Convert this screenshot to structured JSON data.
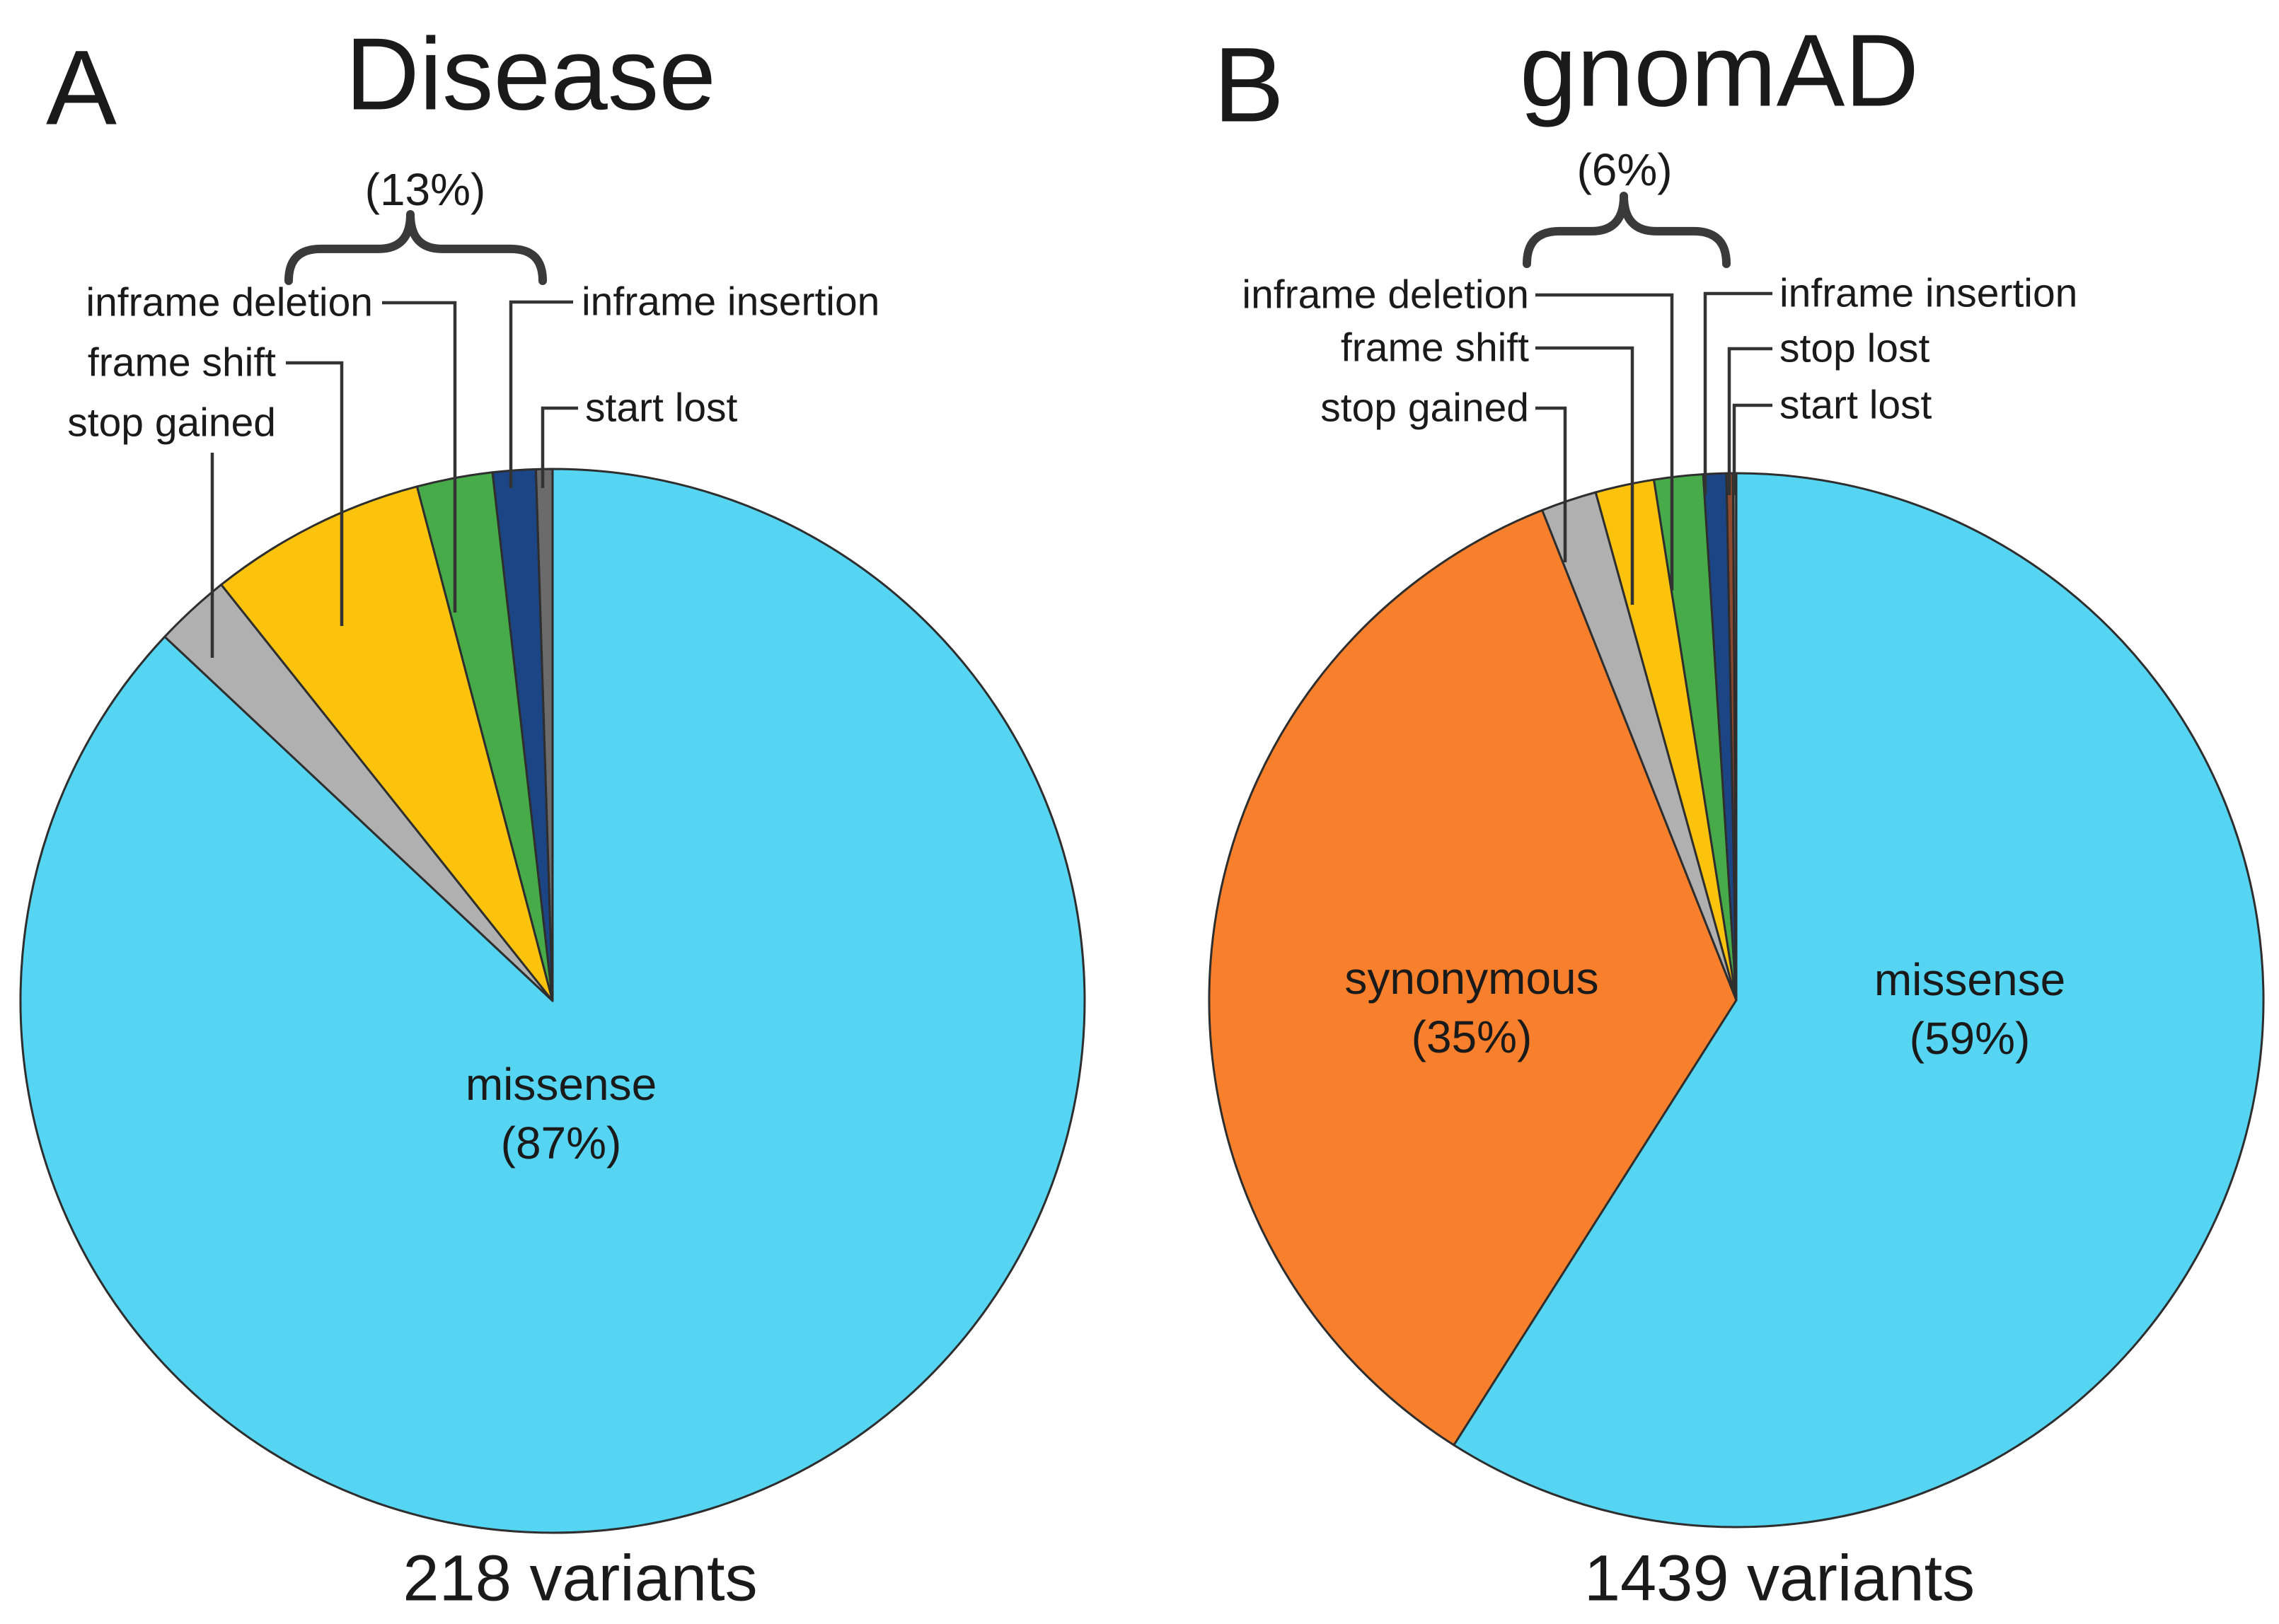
{
  "figure": {
    "panel_letters": [
      "A",
      "B"
    ]
  },
  "chart_data": [
    {
      "type": "pie",
      "panel": "A",
      "title": "Disease",
      "total_label": "218 variants",
      "legend_position": "callout-labels",
      "slices": [
        {
          "label": "missense",
          "value_pct": 87.0,
          "color": "#55D5F2",
          "pct_label": "(87%)"
        },
        {
          "label": "stop gained",
          "value_pct": 2.3,
          "color": "#B0B0B0"
        },
        {
          "label": "frame shift",
          "value_pct": 6.6,
          "color": "#FCC30C"
        },
        {
          "label": "inframe deletion",
          "value_pct": 2.3,
          "color": "#47AB49"
        },
        {
          "label": "inframe insertion",
          "value_pct": 1.3,
          "color": "#1C4585"
        },
        {
          "label": "start lost",
          "value_pct": 0.5,
          "color": "#6B6B6B"
        }
      ],
      "group_annotation": {
        "label": "(13%)",
        "covers": [
          "stop gained",
          "frame shift",
          "inframe deletion",
          "inframe insertion",
          "start lost"
        ]
      }
    },
    {
      "type": "pie",
      "panel": "B",
      "title": "gnomAD",
      "total_label": "1439 variants",
      "legend_position": "callout-labels",
      "slices": [
        {
          "label": "missense",
          "value_pct": 59.0,
          "color": "#55D5F2",
          "pct_label": "(59%)"
        },
        {
          "label": "synonymous",
          "value_pct": 35.0,
          "color": "#F8802D",
          "pct_label": "(35%)"
        },
        {
          "label": "stop gained",
          "value_pct": 1.7,
          "color": "#B0B0B0"
        },
        {
          "label": "frame shift",
          "value_pct": 1.8,
          "color": "#FCC30C"
        },
        {
          "label": "inframe deletion",
          "value_pct": 1.5,
          "color": "#47AB49"
        },
        {
          "label": "inframe insertion",
          "value_pct": 0.7,
          "color": "#1C4585"
        },
        {
          "label": "stop lost",
          "value_pct": 0.2,
          "color": "#8E4A2E"
        },
        {
          "label": "start lost",
          "value_pct": 0.1,
          "color": "#6B6B6B"
        }
      ],
      "group_annotation": {
        "label": "(6%)",
        "covers": [
          "stop gained",
          "frame shift",
          "inframe deletion",
          "inframe insertion",
          "stop lost",
          "start lost"
        ]
      }
    }
  ]
}
